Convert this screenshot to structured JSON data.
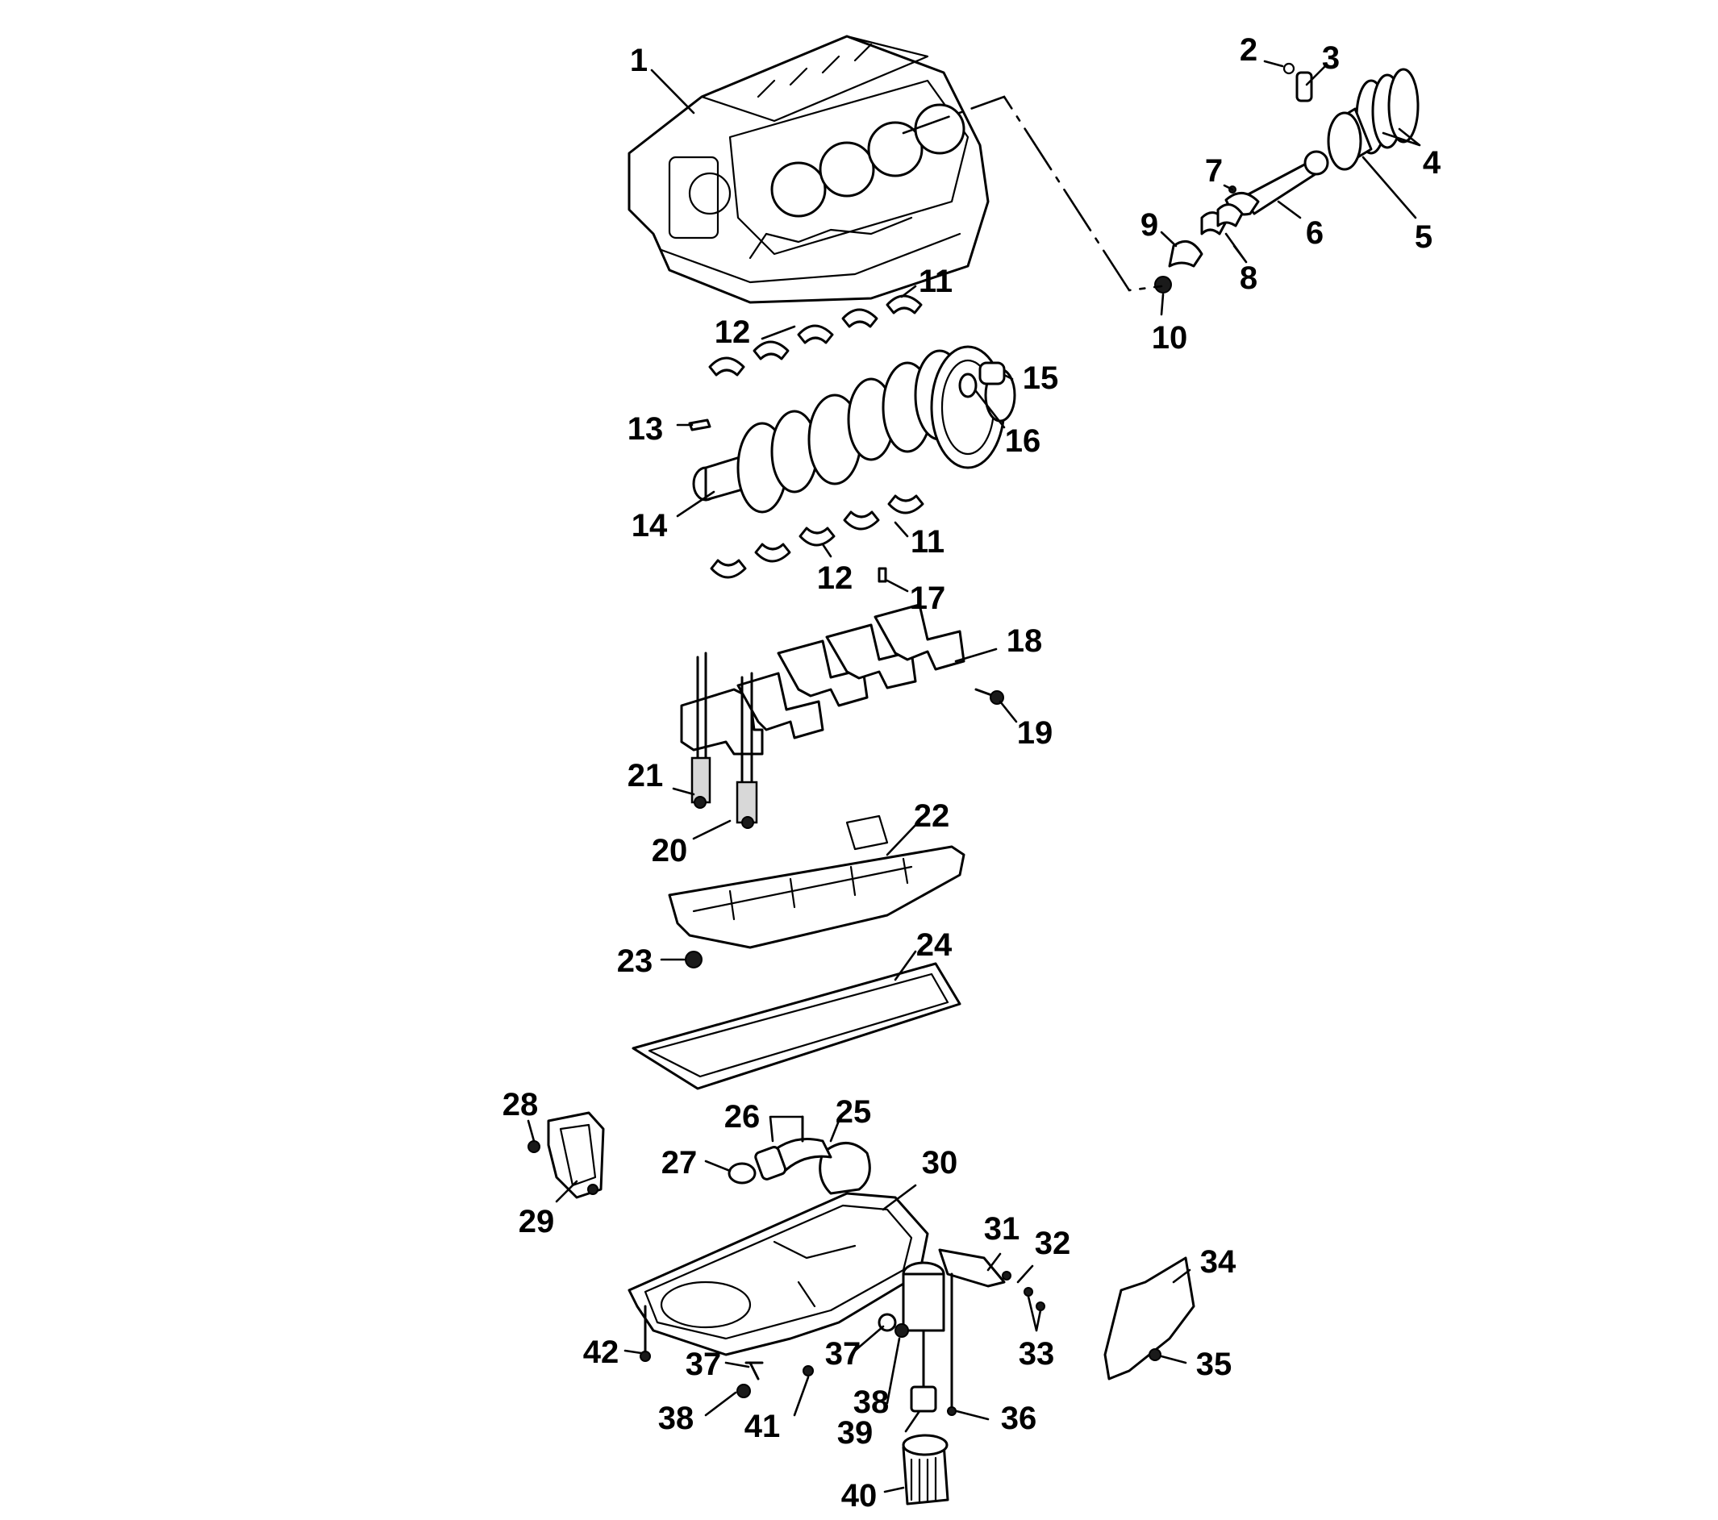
{
  "callouts": {
    "c1": "1",
    "c2": "2",
    "c3": "3",
    "c4": "4",
    "c5": "5",
    "c6": "6",
    "c7": "7",
    "c8": "8",
    "c9": "9",
    "c10": "10",
    "c11a": "11",
    "c11b": "11",
    "c12a": "12",
    "c12b": "12",
    "c13": "13",
    "c14": "14",
    "c15": "15",
    "c16": "16",
    "c17": "17",
    "c18": "18",
    "c19": "19",
    "c20": "20",
    "c21": "21",
    "c22": "22",
    "c23": "23",
    "c24": "24",
    "c25": "25",
    "c26": "26",
    "c27": "27",
    "c28": "28",
    "c29": "29",
    "c30": "30",
    "c31": "31",
    "c32": "32",
    "c33": "33",
    "c34": "34",
    "c35": "35",
    "c36": "36",
    "c37a": "37",
    "c37b": "37",
    "c38a": "38",
    "c38b": "38",
    "c39": "39",
    "c40": "40",
    "c41": "41",
    "c42": "42"
  }
}
